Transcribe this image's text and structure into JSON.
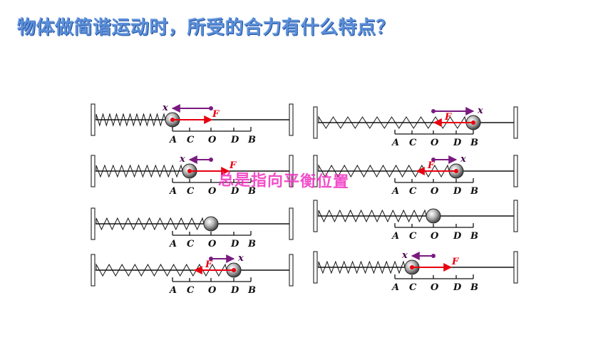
{
  "slide": {
    "title": "物体做简谐运动时，所受的合力有什么特点？",
    "caption": "总是指向平衡位置"
  },
  "labels": {
    "A": "A",
    "C": "C",
    "O": "O",
    "D": "D",
    "B": "B",
    "displacement": "x",
    "force": "F"
  },
  "colors": {
    "title_fill": "#5b8fd8",
    "displacement_vector": "#7a1a80",
    "force_vector": "#e8000f",
    "caption": "#f030c0"
  },
  "panels": [
    {
      "position": "A",
      "x_direction": "left",
      "F_direction": "right"
    },
    {
      "position": "C",
      "x_direction": "left",
      "F_direction": "right"
    },
    {
      "position": "O",
      "x_direction": "none",
      "F_direction": "none"
    },
    {
      "position": "D",
      "x_direction": "right",
      "F_direction": "left"
    },
    {
      "position": "B",
      "x_direction": "right",
      "F_direction": "left"
    },
    {
      "position": "D",
      "x_direction": "right",
      "F_direction": "left"
    },
    {
      "position": "O",
      "x_direction": "none",
      "F_direction": "none"
    },
    {
      "position": "C",
      "x_direction": "left",
      "F_direction": "right"
    }
  ]
}
